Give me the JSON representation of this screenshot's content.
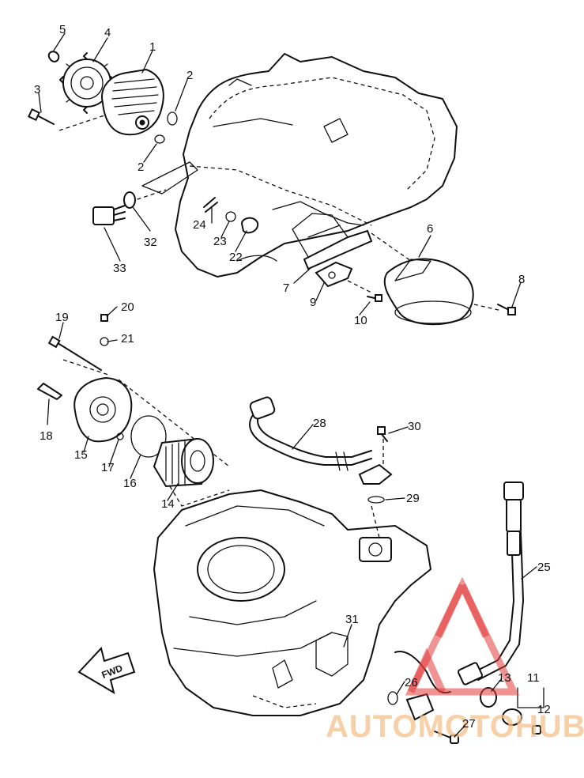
{
  "diagram": {
    "part_numbers": [
      "1",
      "2",
      "2",
      "3",
      "4",
      "5",
      "6",
      "7",
      "8",
      "9",
      "10",
      "11",
      "12",
      "13",
      "14",
      "15",
      "16",
      "17",
      "18",
      "19",
      "20",
      "21",
      "22",
      "23",
      "24",
      "25",
      "26",
      "27",
      "28",
      "29",
      "30",
      "31",
      "32",
      "33"
    ],
    "direction_label": "FWD",
    "watermark": {
      "text": "AUTOMOTOHUB",
      "colors": {
        "triangle": "#e23b3b",
        "text": "#f4c08a"
      }
    }
  }
}
